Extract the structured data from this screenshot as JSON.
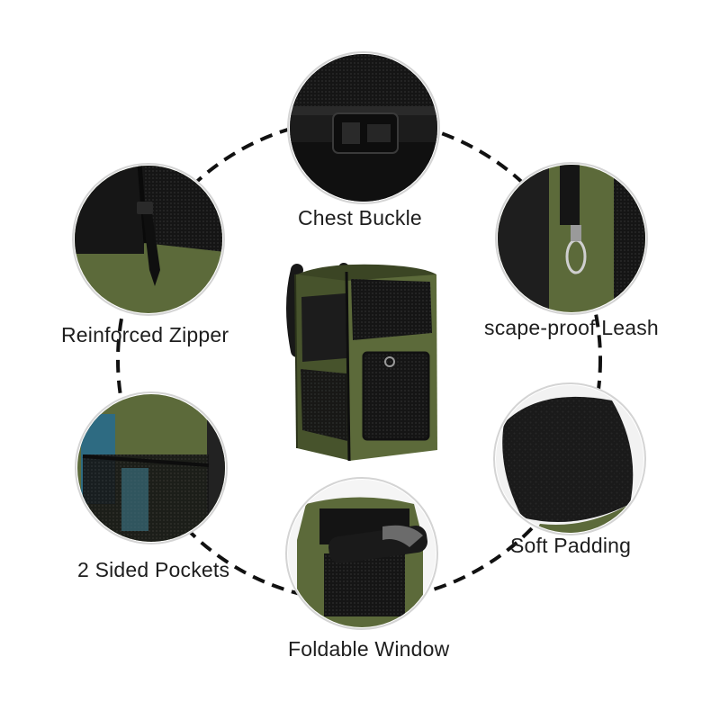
{
  "features": [
    {
      "id": "chest-buckle",
      "label": "Chest Buckle"
    },
    {
      "id": "leash",
      "label": "scape-proof Leash"
    },
    {
      "id": "soft-padding",
      "label": "Soft Padding"
    },
    {
      "id": "foldable-window",
      "label": "Foldable Window"
    },
    {
      "id": "side-pockets",
      "label": "2 Sided Pockets"
    },
    {
      "id": "zipper",
      "label": "Reinforced Zipper"
    }
  ],
  "colors": {
    "bag_green": "#5c6a3a",
    "bag_green_dark": "#47532c",
    "mesh_black": "#141414",
    "ring_dash": "#111111",
    "circle_border": "#d4d4d4"
  }
}
